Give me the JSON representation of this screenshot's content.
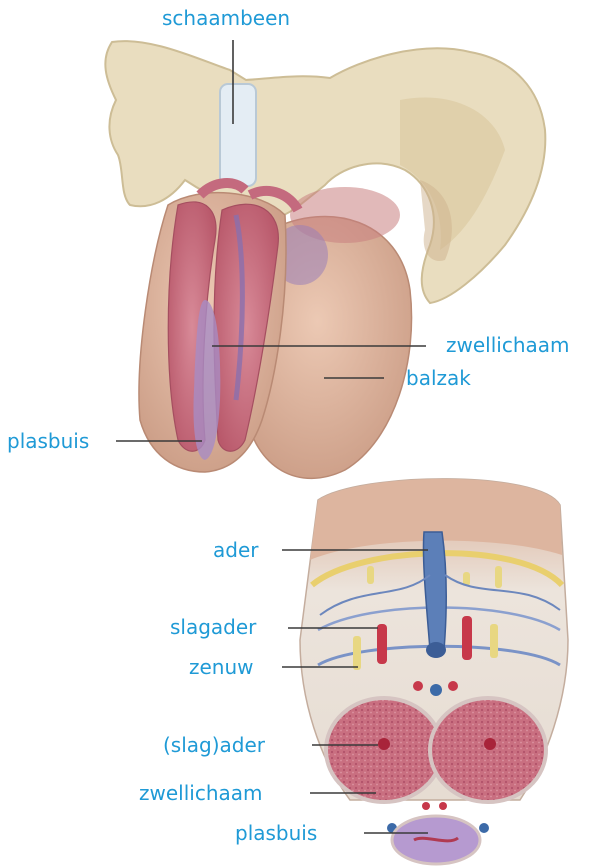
{
  "colors": {
    "label_text": "#1f9ad6",
    "leader_line": "#3a3a3a",
    "bone": "#e9ddbf",
    "corpus": "#cf7f8e",
    "skin": "#ddb7a0"
  },
  "top_view": {
    "labels": {
      "pubic_bone": "schaambeen",
      "corpus_cavernosum": "zwellichaam",
      "scrotum": "balzak",
      "urethra": "plasbuis"
    }
  },
  "cross_section": {
    "labels": {
      "vein": "ader",
      "artery": "slagader",
      "nerve": "zenuw",
      "central_artery": "(slag)ader",
      "corpus_cavernosum": "zwellichaam",
      "urethra": "plasbuis"
    }
  }
}
